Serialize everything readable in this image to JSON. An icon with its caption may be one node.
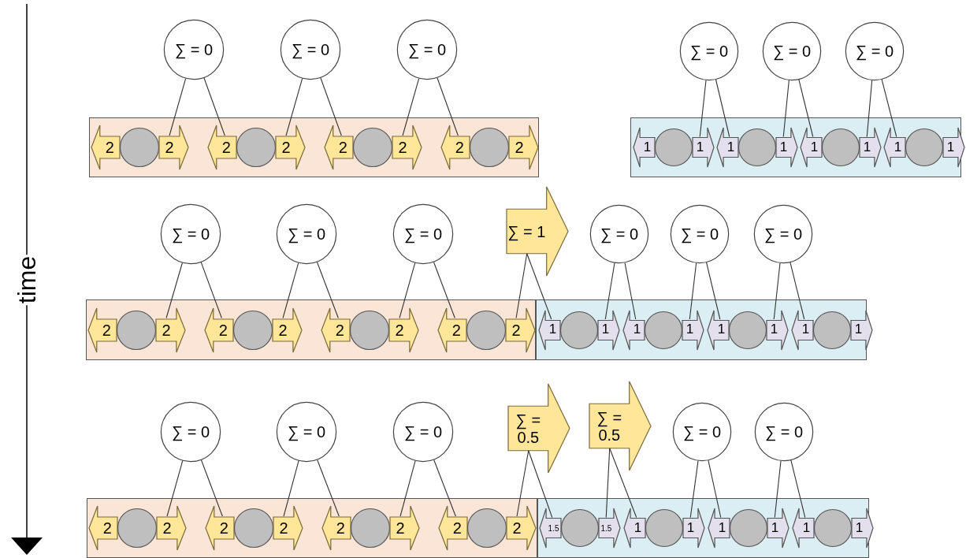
{
  "diagram": {
    "nodes": [
      {
        "text": [
          "∑ = 0"
        ]
      },
      {
        "text": [
          "∑ = 0"
        ]
      },
      {
        "text": [
          "∑ = 0"
        ]
      },
      {
        "text": [
          "∑ = 0"
        ]
      },
      {
        "text": [
          "∑ = 0"
        ]
      },
      {
        "text": [
          "∑ = 0"
        ]
      },
      {
        "text": [],
        "shape": "box"
      },
      {
        "text": [
          "2"
        ],
        "in": 6
      },
      {
        "text": [],
        "shape": "circle",
        "in": 6
      },
      {
        "text": [
          "2"
        ],
        "in": 6
      },
      {
        "text": [
          "2"
        ],
        "in": 6
      },
      {
        "text": [],
        "shape": "circle",
        "in": 6
      },
      {
        "text": [
          "2"
        ],
        "in": 6
      },
      {
        "text": [
          "2"
        ],
        "in": 6
      },
      {
        "text": [],
        "shape": "circle",
        "in": 6
      },
      {
        "text": [
          "2"
        ],
        "in": 6
      },
      {
        "text": [
          "2"
        ],
        "in": 6
      },
      {
        "text": [],
        "shape": "circle",
        "in": 6
      },
      {
        "text": [
          "2"
        ],
        "in": 6
      },
      {
        "text": [],
        "shape": "box"
      },
      {
        "text": [
          "1"
        ],
        "in": 19
      },
      {
        "text": [],
        "shape": "circle",
        "in": 19
      },
      {
        "text": [
          "1"
        ],
        "in": 19
      },
      {
        "text": [
          "1"
        ],
        "in": 19
      },
      {
        "text": [],
        "shape": "circle",
        "in": 19
      },
      {
        "text": [
          "1"
        ],
        "in": 19
      },
      {
        "text": [
          "1"
        ],
        "in": 19
      },
      {
        "text": [],
        "shape": "circle",
        "in": 19
      },
      {
        "text": [
          "1"
        ],
        "in": 19
      },
      {
        "text": [
          "1"
        ],
        "in": 19
      },
      {
        "text": [],
        "shape": "circle",
        "in": 19
      },
      {
        "text": [
          "1"
        ],
        "in": 19
      },
      {
        "text": [
          "∑ = 0"
        ]
      },
      {
        "text": [
          "∑ = 0"
        ]
      },
      {
        "text": [
          "∑ = 0"
        ]
      },
      {
        "text": [
          "∑ = 1"
        ]
      },
      {
        "text": [
          "∑ = 0"
        ]
      },
      {
        "text": [
          "∑ = 0"
        ]
      },
      {
        "text": [
          "∑ = 0"
        ]
      },
      {
        "text": [],
        "shape": "box"
      },
      {
        "text": [
          "2"
        ],
        "in": 39
      },
      {
        "text": [],
        "shape": "circle",
        "in": 39
      },
      {
        "text": [
          "2"
        ],
        "in": 39
      },
      {
        "text": [
          "2"
        ],
        "in": 39
      },
      {
        "text": [],
        "shape": "circle",
        "in": 39
      },
      {
        "text": [
          "2"
        ],
        "in": 39
      },
      {
        "text": [
          "2"
        ],
        "in": 39
      },
      {
        "text": [],
        "shape": "circle",
        "in": 39
      },
      {
        "text": [
          "2"
        ],
        "in": 39
      },
      {
        "text": [
          "2"
        ],
        "in": 39
      },
      {
        "text": [],
        "shape": "circle",
        "in": 39
      },
      {
        "text": [
          "2"
        ],
        "in": 39
      },
      {
        "text": [],
        "shape": "box"
      },
      {
        "text": [
          "1"
        ],
        "in": 52
      },
      {
        "text": [],
        "shape": "circle",
        "in": 52
      },
      {
        "text": [
          "1"
        ],
        "in": 52
      },
      {
        "text": [
          "1"
        ],
        "in": 52
      },
      {
        "text": [],
        "shape": "circle",
        "in": 52
      },
      {
        "text": [
          "1"
        ],
        "in": 52
      },
      {
        "text": [
          "1"
        ],
        "in": 52
      },
      {
        "text": [],
        "shape": "circle",
        "in": 52
      },
      {
        "text": [
          "1"
        ],
        "in": 52
      },
      {
        "text": [
          "1"
        ],
        "in": 52
      },
      {
        "text": [],
        "shape": "circle",
        "in": 52
      },
      {
        "text": [
          "1"
        ],
        "in": 52
      },
      {
        "text": [
          "∑ = 0"
        ]
      },
      {
        "text": [
          "∑ = 0"
        ]
      },
      {
        "text": [
          "∑ = 0"
        ]
      },
      {
        "text": [
          "∑ = 0.5"
        ]
      },
      {
        "text": [
          "∑ = 0.5"
        ]
      },
      {
        "text": [
          "∑ = 0"
        ]
      },
      {
        "text": [
          "∑ = 0"
        ]
      },
      {
        "text": [],
        "shape": "box"
      },
      {
        "text": [
          "2"
        ],
        "in": 72
      },
      {
        "text": [],
        "shape": "circle",
        "in": 72
      },
      {
        "text": [
          "2"
        ],
        "in": 72
      },
      {
        "text": [
          "2"
        ],
        "in": 72
      },
      {
        "text": [],
        "shape": "circle",
        "in": 72
      },
      {
        "text": [
          "2"
        ],
        "in": 72
      },
      {
        "text": [
          "2"
        ],
        "in": 72
      },
      {
        "text": [],
        "shape": "circle",
        "in": 72
      },
      {
        "text": [
          "2"
        ],
        "in": 72
      },
      {
        "text": [
          "2"
        ],
        "in": 72
      },
      {
        "text": [],
        "shape": "circle",
        "in": 72
      },
      {
        "text": [
          "2"
        ],
        "in": 72
      },
      {
        "text": [],
        "shape": "box"
      },
      {
        "text": [
          "1.5"
        ],
        "in": 85
      },
      {
        "text": [],
        "shape": "circle",
        "in": 85
      },
      {
        "text": [
          "1.5"
        ],
        "in": 85
      },
      {
        "text": [
          "1"
        ],
        "in": 85
      },
      {
        "text": [],
        "shape": "circle",
        "in": 85
      },
      {
        "text": [
          "1"
        ],
        "in": 85
      },
      {
        "text": [
          "1"
        ],
        "in": 85
      },
      {
        "text": [],
        "shape": "circle",
        "in": 85
      },
      {
        "text": [
          "1"
        ],
        "in": 85
      },
      {
        "text": [
          "1"
        ],
        "in": 85
      },
      {
        "text": [],
        "shape": "circle",
        "in": 85
      },
      {
        "text": [
          "1"
        ],
        "in": 85
      }
    ],
    "edges": [
      {
        "from": 0,
        "to": 9,
        "arrow": "none"
      },
      {
        "from": 0,
        "to": 10,
        "arrow": "none"
      },
      {
        "from": 1,
        "to": 12,
        "arrow": "none"
      },
      {
        "from": 1,
        "to": 13,
        "arrow": "none"
      },
      {
        "from": 2,
        "to": 15,
        "arrow": "none"
      },
      {
        "from": 2,
        "to": 16,
        "arrow": "none"
      },
      {
        "from": 3,
        "to": 22,
        "arrow": "none"
      },
      {
        "from": 3,
        "to": 23,
        "arrow": "none"
      },
      {
        "from": 4,
        "to": 25,
        "arrow": "none"
      },
      {
        "from": 4,
        "to": 26,
        "arrow": "none"
      },
      {
        "from": 5,
        "to": 28,
        "arrow": "none"
      },
      {
        "from": 5,
        "to": 29,
        "arrow": "none"
      },
      {
        "from": 32,
        "to": 42,
        "arrow": "none"
      },
      {
        "from": 32,
        "to": 43,
        "arrow": "none"
      },
      {
        "from": 33,
        "to": 45,
        "arrow": "none"
      },
      {
        "from": 33,
        "to": 46,
        "arrow": "none"
      },
      {
        "from": 34,
        "to": 48,
        "arrow": "none"
      },
      {
        "from": 34,
        "to": 49,
        "arrow": "none"
      },
      {
        "from": 35,
        "to": 51,
        "arrow": "none"
      },
      {
        "from": 35,
        "to": 53,
        "arrow": "none"
      },
      {
        "from": 36,
        "to": 55,
        "arrow": "none"
      },
      {
        "from": 36,
        "to": 56,
        "arrow": "none"
      },
      {
        "from": 37,
        "to": 58,
        "arrow": "none"
      },
      {
        "from": 37,
        "to": 59,
        "arrow": "none"
      },
      {
        "from": 38,
        "to": 61,
        "arrow": "none"
      },
      {
        "from": 38,
        "to": 62,
        "arrow": "none"
      },
      {
        "from": 65,
        "to": 75,
        "arrow": "none"
      },
      {
        "from": 65,
        "to": 76,
        "arrow": "none"
      },
      {
        "from": 66,
        "to": 78,
        "arrow": "none"
      },
      {
        "from": 66,
        "to": 79,
        "arrow": "none"
      },
      {
        "from": 67,
        "to": 81,
        "arrow": "none"
      },
      {
        "from": 67,
        "to": 82,
        "arrow": "none"
      },
      {
        "from": 68,
        "to": 84,
        "arrow": "none"
      },
      {
        "from": 68,
        "to": 86,
        "arrow": "none"
      },
      {
        "from": 69,
        "to": 88,
        "arrow": "none"
      },
      {
        "from": 69,
        "to": 89,
        "arrow": "none"
      },
      {
        "from": 70,
        "to": 91,
        "arrow": "none"
      },
      {
        "from": 70,
        "to": 92,
        "arrow": "none"
      },
      {
        "from": 71,
        "to": 94,
        "arrow": "none"
      },
      {
        "from": 71,
        "to": 95,
        "arrow": "none"
      }
    ],
    "labels": [
      "time"
    ]
  }
}
